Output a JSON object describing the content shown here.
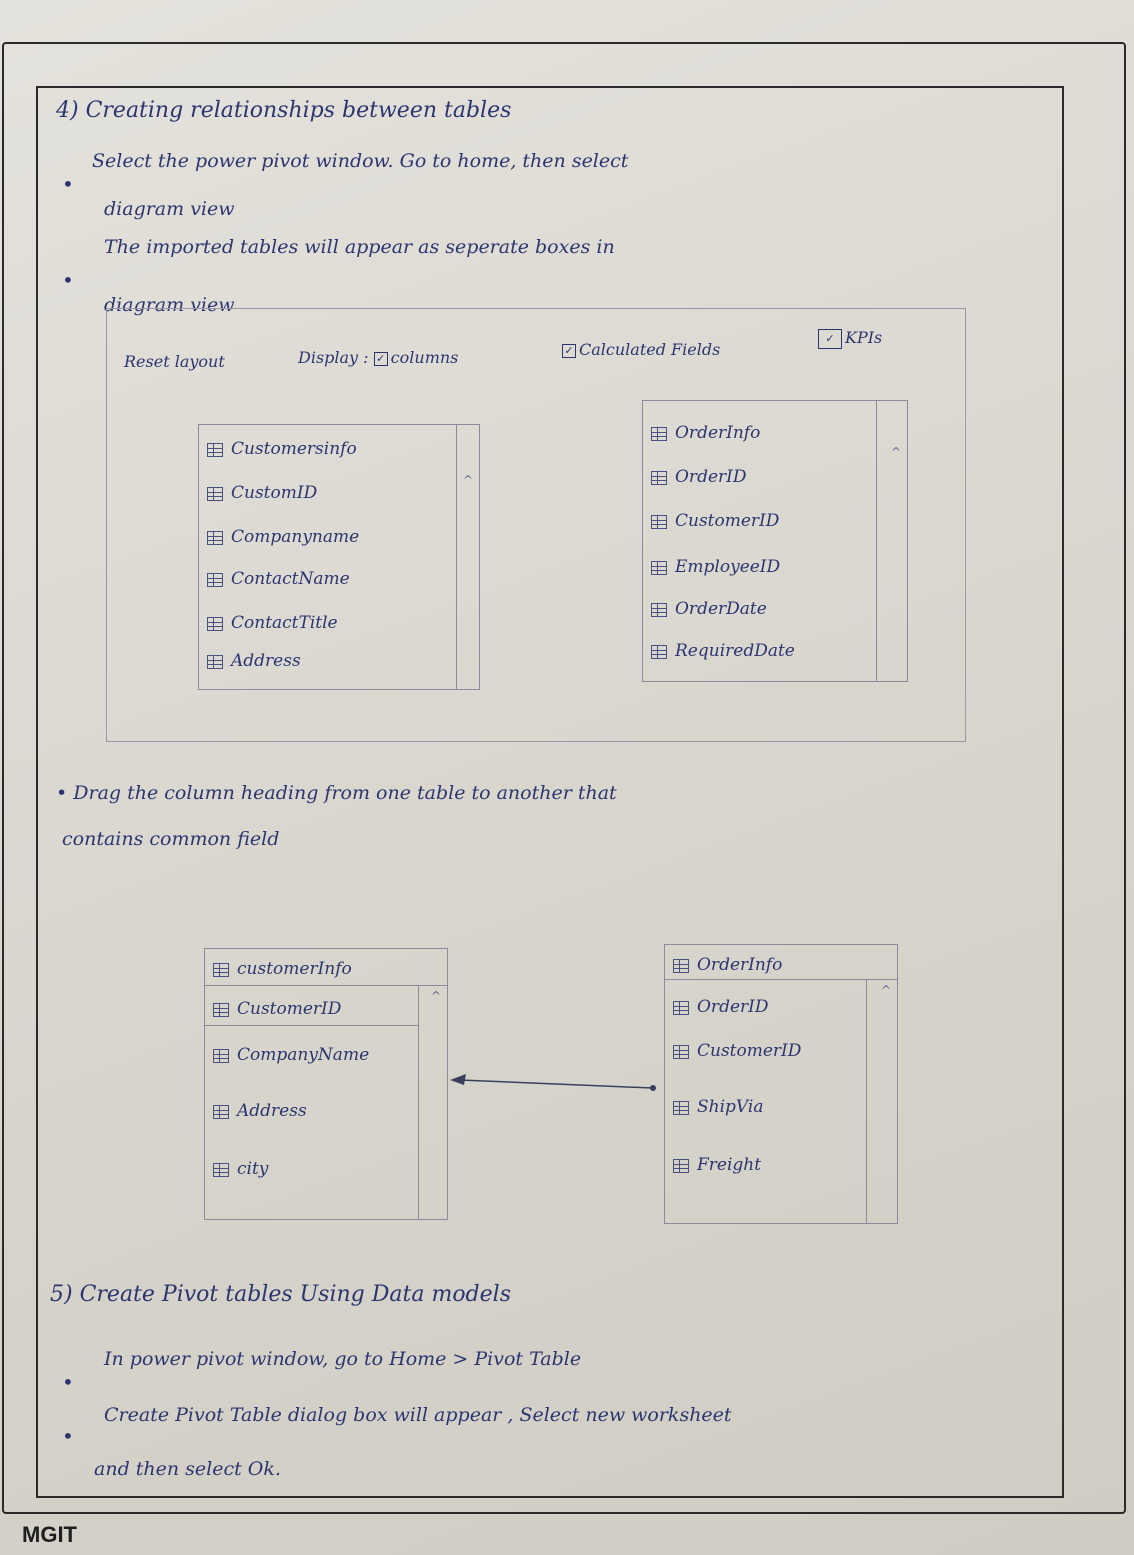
{
  "footer": "MGIT",
  "section4": {
    "heading": "4) Creating relationships between tables",
    "bullet1_line1": "Select the power pivot window. Go to home, then select",
    "bullet1_line2": "diagram view",
    "bullet2_line1": "The imported tables will appear as seperate boxes in",
    "bullet2_line2": "diagram view"
  },
  "toolbar": {
    "reset": "Reset layout",
    "display": "Display :",
    "columns": "columns",
    "calculated": "Calculated Fields",
    "kpis": "KPIs",
    "check_mark": "✓"
  },
  "diagram1": {
    "customers": {
      "title": "Customersinfo",
      "fields": [
        "CustomID",
        "Companyname",
        "ContactName",
        "ContactTitle",
        "Address"
      ]
    },
    "orders": {
      "title": "OrderInfo",
      "fields": [
        "OrderID",
        "CustomerID",
        "EmployeeID",
        "OrderDate",
        "RequiredDate"
      ]
    }
  },
  "drag_note": {
    "line1": "• Drag the column heading from one table to another that",
    "line2": "contains common field"
  },
  "diagram2": {
    "customers": {
      "title": "customerInfo",
      "fields": [
        "CustomerID",
        "CompanyName",
        "Address",
        "city"
      ]
    },
    "orders": {
      "title": "OrderInfo",
      "fields": [
        "OrderID",
        "CustomerID",
        "ShipVia",
        "Freight"
      ]
    }
  },
  "section5": {
    "heading": "5) Create Pivot tables Using Data models",
    "bullet1": "In power pivot window, go to Home > Pivot Table",
    "bullet2_line1": "Create Pivot Table dialog box will appear , Select new worksheet",
    "bullet2_line2": "and then select Ok."
  },
  "caret": "^",
  "bullet": "•"
}
